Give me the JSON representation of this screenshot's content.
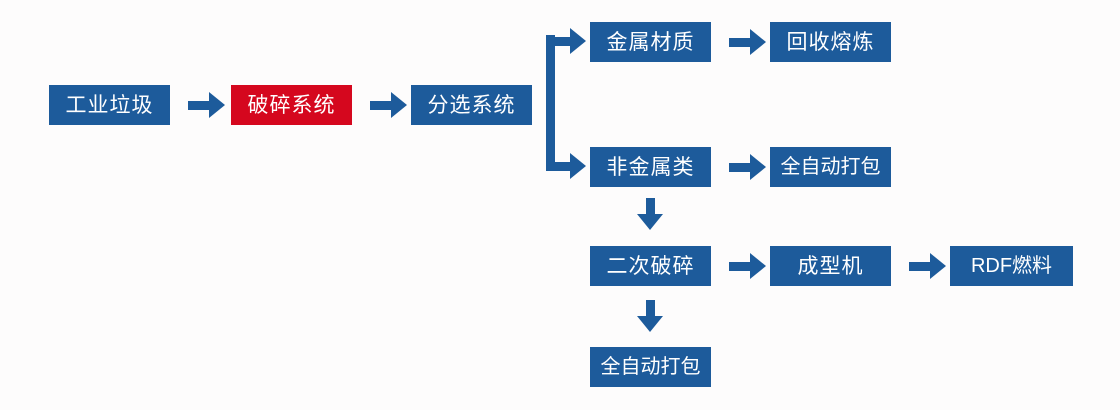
{
  "diagram": {
    "title": "industrial-waste-rdf-process-flow",
    "colors": {
      "node_blue": "#1d5b9b",
      "node_highlight_red": "#d5071e",
      "arrow_blue": "#1d5b9b",
      "node_text": "#ffffff",
      "background": "#fdfcfc"
    },
    "nodes": [
      {
        "id": "industrial-waste",
        "label": "工业垃圾",
        "color": "blue"
      },
      {
        "id": "crushing-system",
        "label": "破碎系统",
        "color": "red"
      },
      {
        "id": "sorting-system",
        "label": "分选系统",
        "color": "blue"
      },
      {
        "id": "metal-material",
        "label": "金属材质",
        "color": "blue"
      },
      {
        "id": "recycling-smelting",
        "label": "回收熔炼",
        "color": "blue"
      },
      {
        "id": "non-metal-type",
        "label": "非金属类",
        "color": "blue"
      },
      {
        "id": "auto-baling-upper",
        "label": "全自动打包",
        "color": "blue"
      },
      {
        "id": "secondary-crushing",
        "label": "二次破碎",
        "color": "blue"
      },
      {
        "id": "forming-machine",
        "label": "成型机",
        "color": "blue"
      },
      {
        "id": "rdf-fuel",
        "label": "RDF燃料",
        "color": "blue"
      },
      {
        "id": "auto-baling-lower",
        "label": "全自动打包",
        "color": "blue"
      }
    ],
    "connectors": [
      {
        "id": "industrial-waste-to-crushing",
        "type": "arrow-right"
      },
      {
        "id": "crushing-to-sorting",
        "type": "arrow-right"
      },
      {
        "id": "sorting-branch-bracket",
        "type": "bracket"
      },
      {
        "id": "branch-to-metal",
        "type": "arrow-right"
      },
      {
        "id": "branch-to-non-metal",
        "type": "arrow-right"
      },
      {
        "id": "metal-to-recycling",
        "type": "arrow-right"
      },
      {
        "id": "non-metal-to-auto-baling",
        "type": "arrow-right"
      },
      {
        "id": "non-metal-to-secondary-crushing",
        "type": "arrow-down"
      },
      {
        "id": "secondary-crushing-to-forming",
        "type": "arrow-right"
      },
      {
        "id": "forming-to-rdf-fuel",
        "type": "arrow-right"
      },
      {
        "id": "secondary-crushing-to-auto-baling",
        "type": "arrow-down"
      }
    ]
  }
}
